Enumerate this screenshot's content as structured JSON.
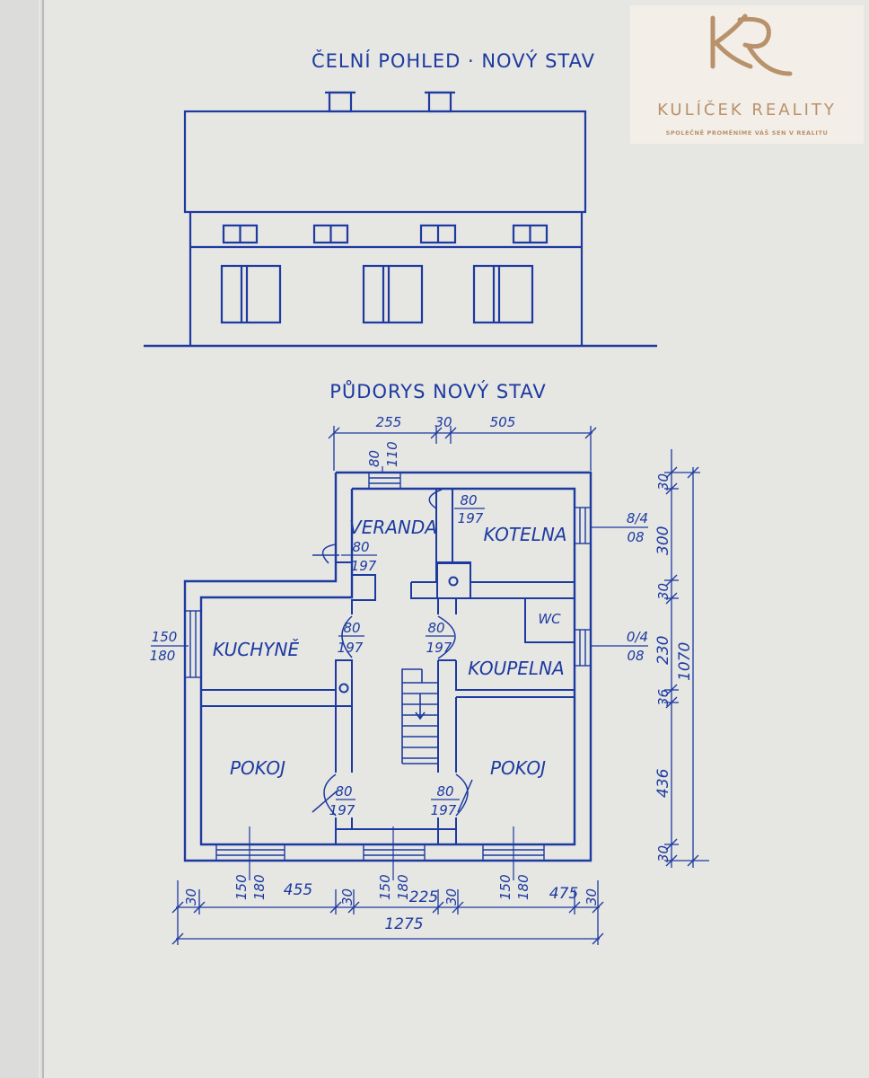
{
  "elevation": {
    "title": "ČELNÍ POHLED · NOVÝ STAV"
  },
  "plan": {
    "title": "PŮDORYS NOVÝ STAV",
    "rooms": {
      "veranda": "VERANDA",
      "kotelna": "KOTELNA",
      "wc": "WC",
      "kuchyne": "KUCHYNĚ",
      "koupelna": "KOUPELNA",
      "pokoj_left": "POKOJ",
      "pokoj_right": "POKOJ"
    },
    "top_dims": {
      "d1": "255",
      "d2": "30",
      "d3": "505"
    },
    "chimney_window": {
      "w": "80",
      "h": "110"
    },
    "doors": {
      "kotelna": {
        "w": "80",
        "h": "197"
      },
      "veranda": {
        "w": "80",
        "h": "197"
      },
      "kuchyne": {
        "w": "80",
        "h": "197"
      },
      "koupelna": {
        "w": "80",
        "h": "197"
      },
      "pokoj_left": {
        "w": "80",
        "h": "197"
      },
      "pokoj_right": {
        "w": "80",
        "h": "197"
      }
    },
    "windows": {
      "kotelna": {
        "w": "8/4",
        "h": "08"
      },
      "koupelna": {
        "w": "0/4",
        "h": "08"
      },
      "kuchyne": {
        "w": "150",
        "h": "180"
      },
      "bottom_left": {
        "w": "150",
        "h": "180"
      },
      "bottom_mid": {
        "w": "150",
        "h": "180"
      },
      "bottom_right": {
        "w": "150",
        "h": "180"
      }
    },
    "right_dims": {
      "r1": "30",
      "r2": "300",
      "r3": "30",
      "r4": "230",
      "r5": "36",
      "r6": "436",
      "r7": "30",
      "total": "1070"
    },
    "bottom_dims": {
      "b1": "30",
      "b2": "455",
      "b3": "30",
      "b4": "225",
      "b5": "30",
      "b6": "475",
      "b7": "30",
      "total": "1275"
    }
  },
  "logo": {
    "monogram": "KR",
    "name": "KULÍČEK REALITY",
    "tagline": "SPOLEČNĚ PROMĚNÍME VÁŠ SEN V REALITU"
  },
  "colors": {
    "ink": "#1c3aa0",
    "paper": "#e6e6e3",
    "logo_gold": "#b8926b"
  }
}
